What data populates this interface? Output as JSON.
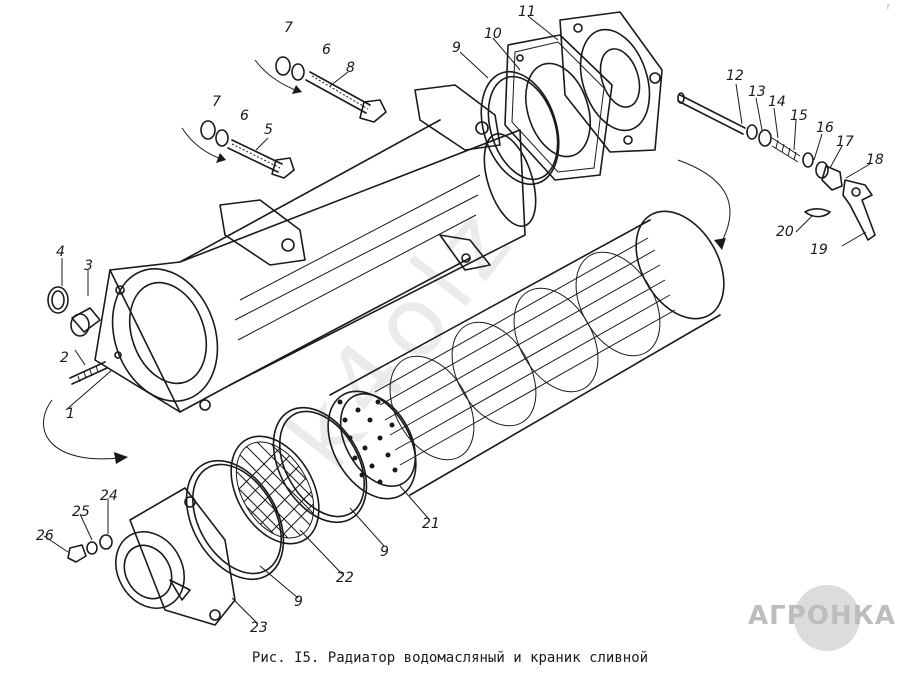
{
  "caption": "Рис. I5. Радиатор водомасляный и краник сливной",
  "logo_text": "АГРОНКА",
  "corner_mark": "r",
  "watermark": "k4olz",
  "callouts": [
    "1",
    "2",
    "3",
    "4",
    "5",
    "6",
    "7",
    "8",
    "9",
    "10",
    "11",
    "12",
    "13",
    "14",
    "15",
    "16",
    "17",
    "18",
    "19",
    "20",
    "21",
    "22",
    "23",
    "24",
    "25",
    "26"
  ],
  "callout_extra": [
    "6",
    "7",
    "9",
    "9"
  ],
  "colors": {
    "ink": "#1a1a1a",
    "logo": "#bdbdbd",
    "background": "#ffffff"
  }
}
